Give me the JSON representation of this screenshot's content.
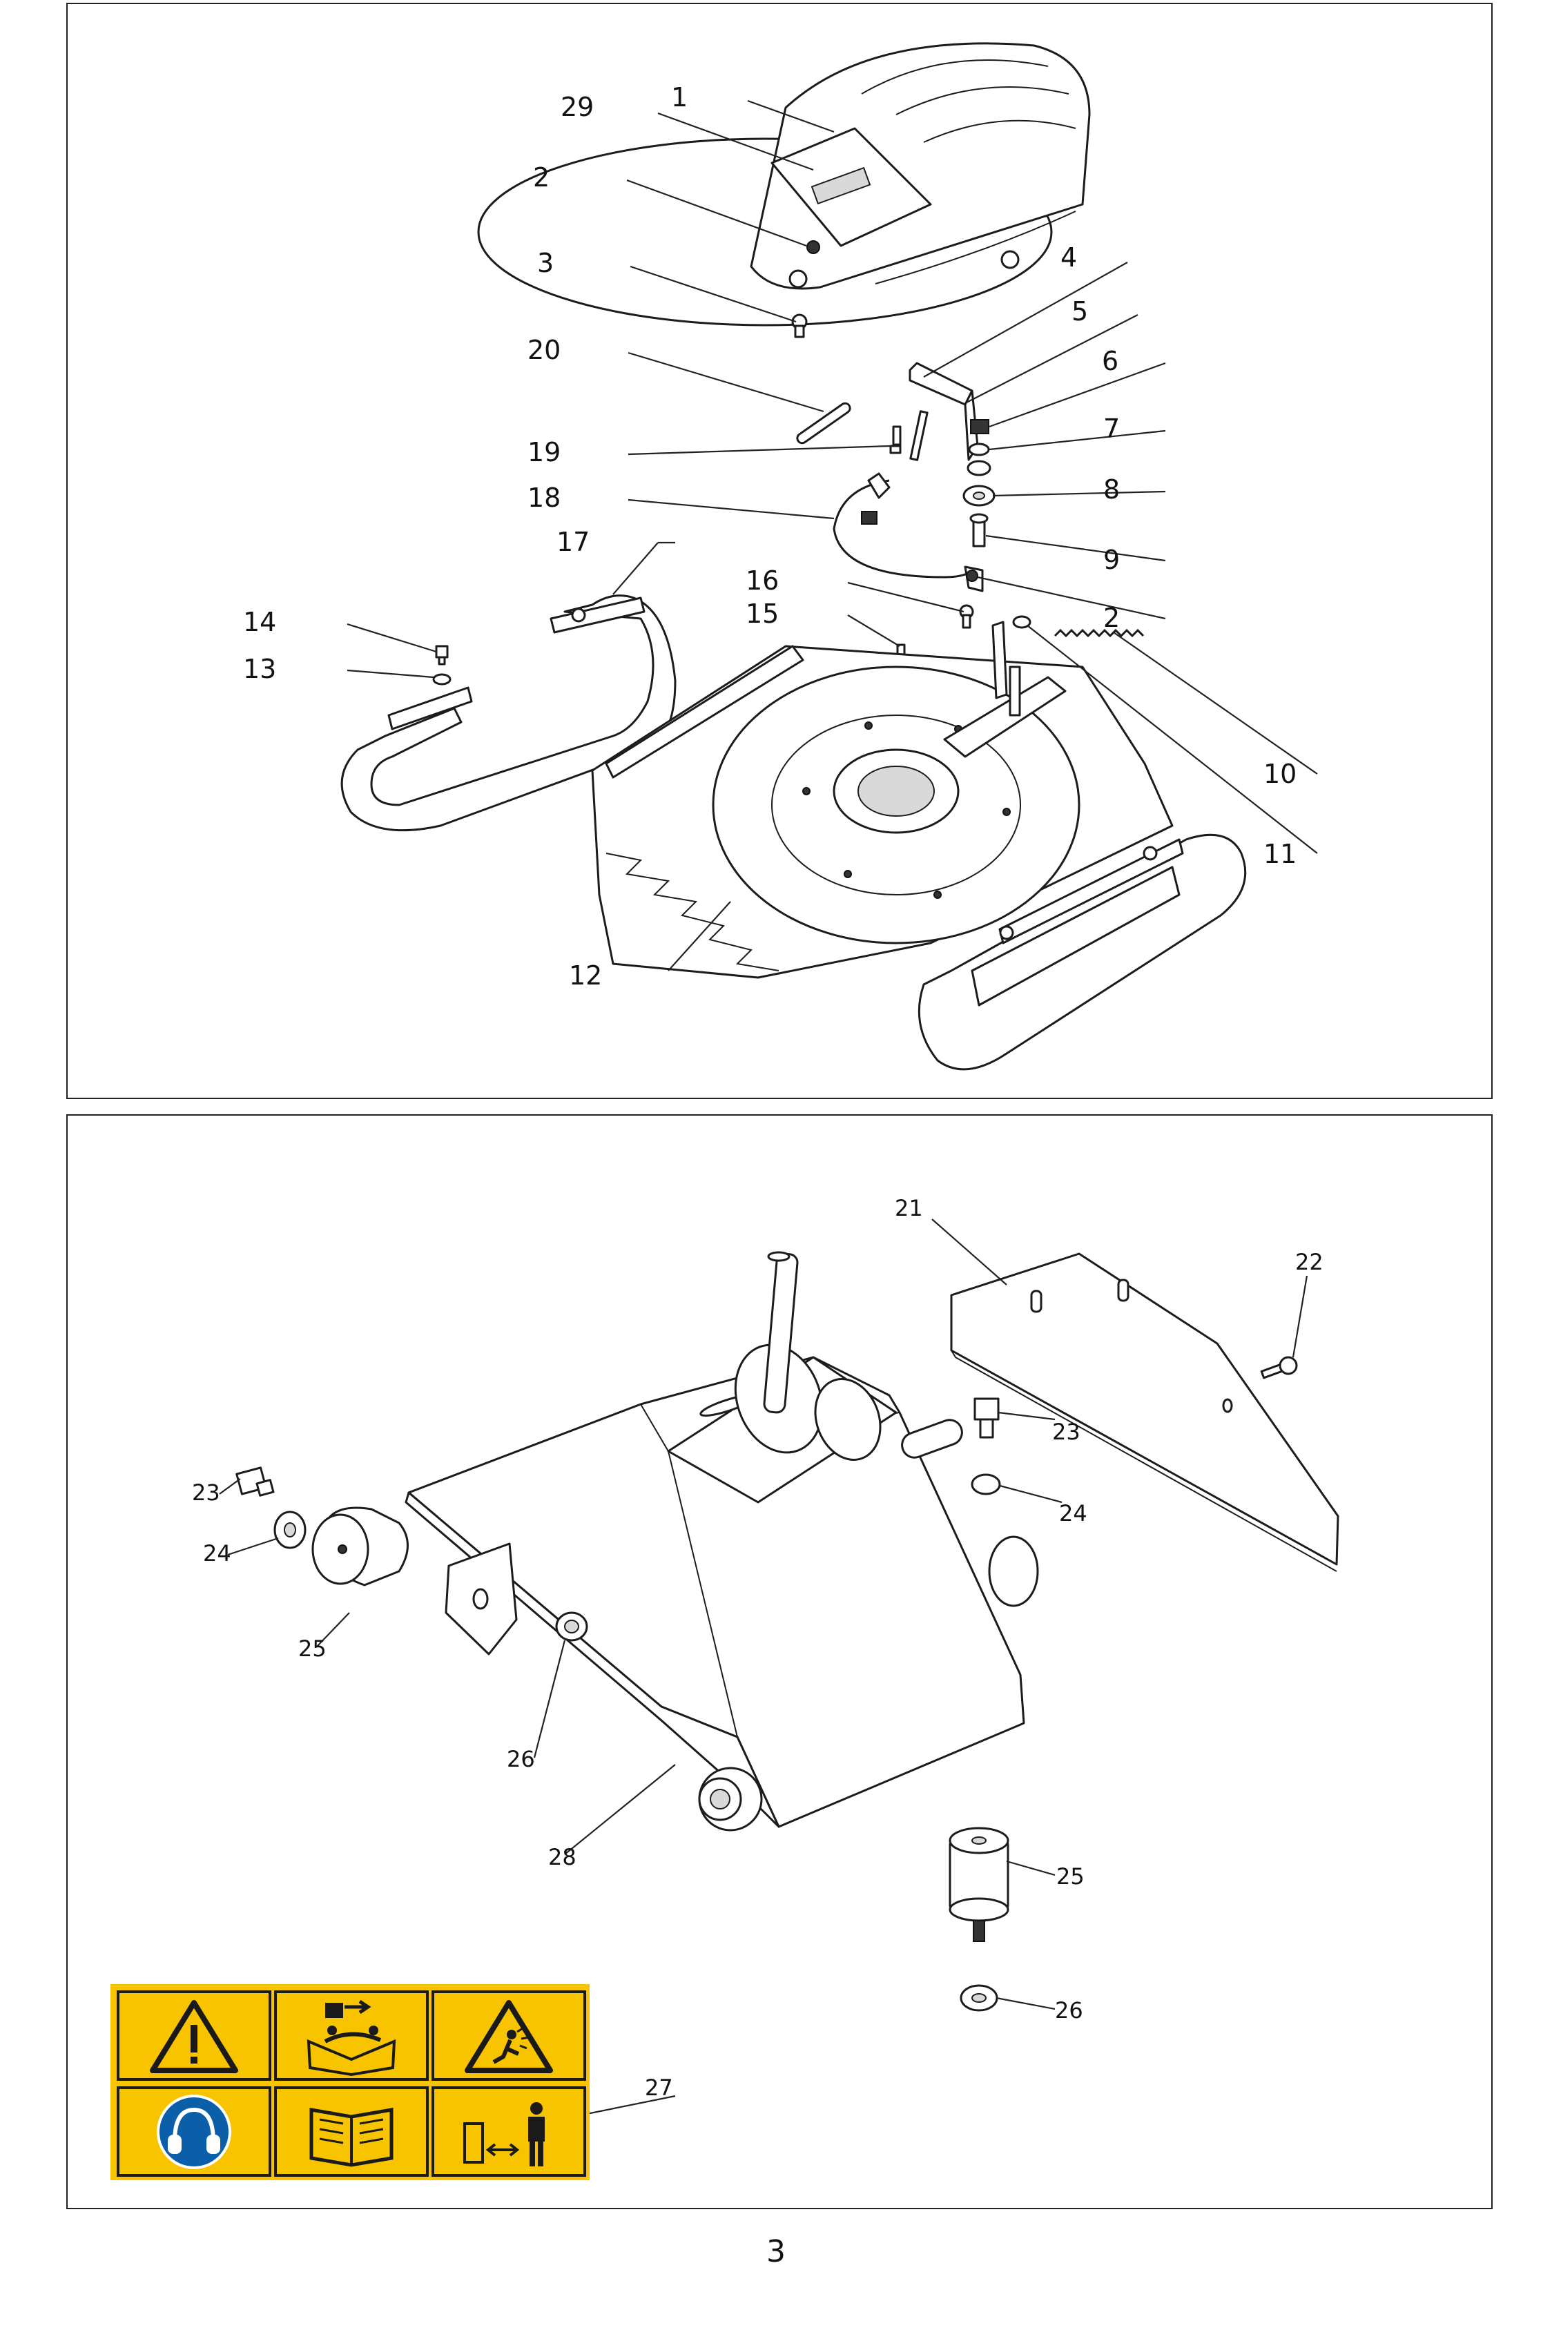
{
  "top_diagram": {
    "callouts": [
      "1",
      "29",
      "2",
      "3",
      "4",
      "5",
      "6",
      "7",
      "8",
      "9",
      "20",
      "19",
      "18",
      "17",
      "14",
      "13",
      "16",
      "15",
      "2",
      "10",
      "11",
      "12"
    ]
  },
  "bottom_diagram": {
    "callouts": [
      "21",
      "22",
      "23",
      "24",
      "23",
      "24",
      "25",
      "26",
      "28",
      "25",
      "26",
      "27"
    ]
  },
  "safety_label": {
    "background_color": "#f8c400",
    "icons": [
      "warning-triangle-icon",
      "disconnect-before-maintenance-icon",
      "projectile-hazard-icon",
      "ear-protection-icon",
      "read-manual-icon",
      "keep-distance-icon"
    ]
  },
  "page_number": "3"
}
